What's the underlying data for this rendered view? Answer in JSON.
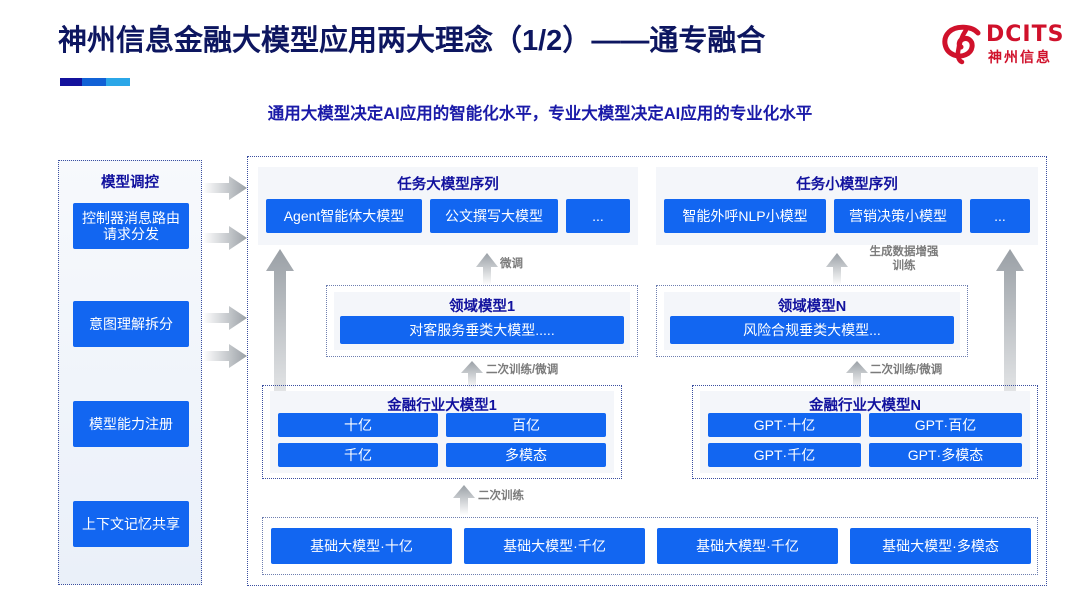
{
  "header": {
    "title": "神州信息金融大模型应用两大理念（1/2）——通专融合",
    "subtitle": "通用大模型决定AI应用的智能化水平，专业大模型决定AI应用的专业化水平",
    "logo": {
      "brand": "DCITS",
      "brand_cn": "神州信息",
      "icon": "dcits-swirl-icon",
      "color": "#d0112b"
    }
  },
  "left_column": {
    "title": "模型调控",
    "items": [
      {
        "label": "控制器消息路由请求分发"
      },
      {
        "label": "意图理解拆分"
      },
      {
        "label": "模型能力注册"
      },
      {
        "label": "上下文记忆共享"
      }
    ]
  },
  "flow_arrows_right": [
    {
      "name": "flow-arrow-1"
    },
    {
      "name": "flow-arrow-2"
    },
    {
      "name": "flow-arrow-3"
    },
    {
      "name": "flow-arrow-4"
    }
  ],
  "task_models": {
    "big": {
      "title": "任务大模型序列",
      "items": [
        "Agent智能体大模型",
        "公文撰写大模型",
        "..."
      ]
    },
    "small": {
      "title": "任务小模型序列",
      "items": [
        "智能外呼NLP小模型",
        "营销决策小模型",
        "..."
      ]
    }
  },
  "domain_models": {
    "left": {
      "title": "领域模型1",
      "items": [
        "对客服务垂类大模型....."
      ]
    },
    "right": {
      "title": "领域模型N",
      "items": [
        "风险合规垂类大模型..."
      ]
    }
  },
  "industry_models": {
    "left": {
      "title": "金融行业大模型1",
      "items": [
        "十亿",
        "百亿",
        "千亿",
        "多模态"
      ]
    },
    "right": {
      "title": "金融行业大模型N",
      "items": [
        "GPT·十亿",
        "GPT·百亿",
        "GPT·千亿",
        "GPT·多模态"
      ]
    }
  },
  "base_models": {
    "items": [
      "基础大模型·十亿",
      "基础大模型·千亿",
      "基础大模型·千亿",
      "基础大模型·多模态"
    ]
  },
  "arrow_labels": {
    "fine_tune": "微调",
    "data_augment": "生成数据增强\n训练",
    "retrain_left": "二次训练/微调",
    "retrain_right": "二次训练/微调",
    "retrain_base": "二次训练"
  },
  "colors": {
    "pill_blue": "#1266f1",
    "title_navy": "#0d1660",
    "subtitle_blue": "#1a1aa8",
    "panel_grey": "#f4f6fa",
    "brand_red": "#d0112b"
  }
}
